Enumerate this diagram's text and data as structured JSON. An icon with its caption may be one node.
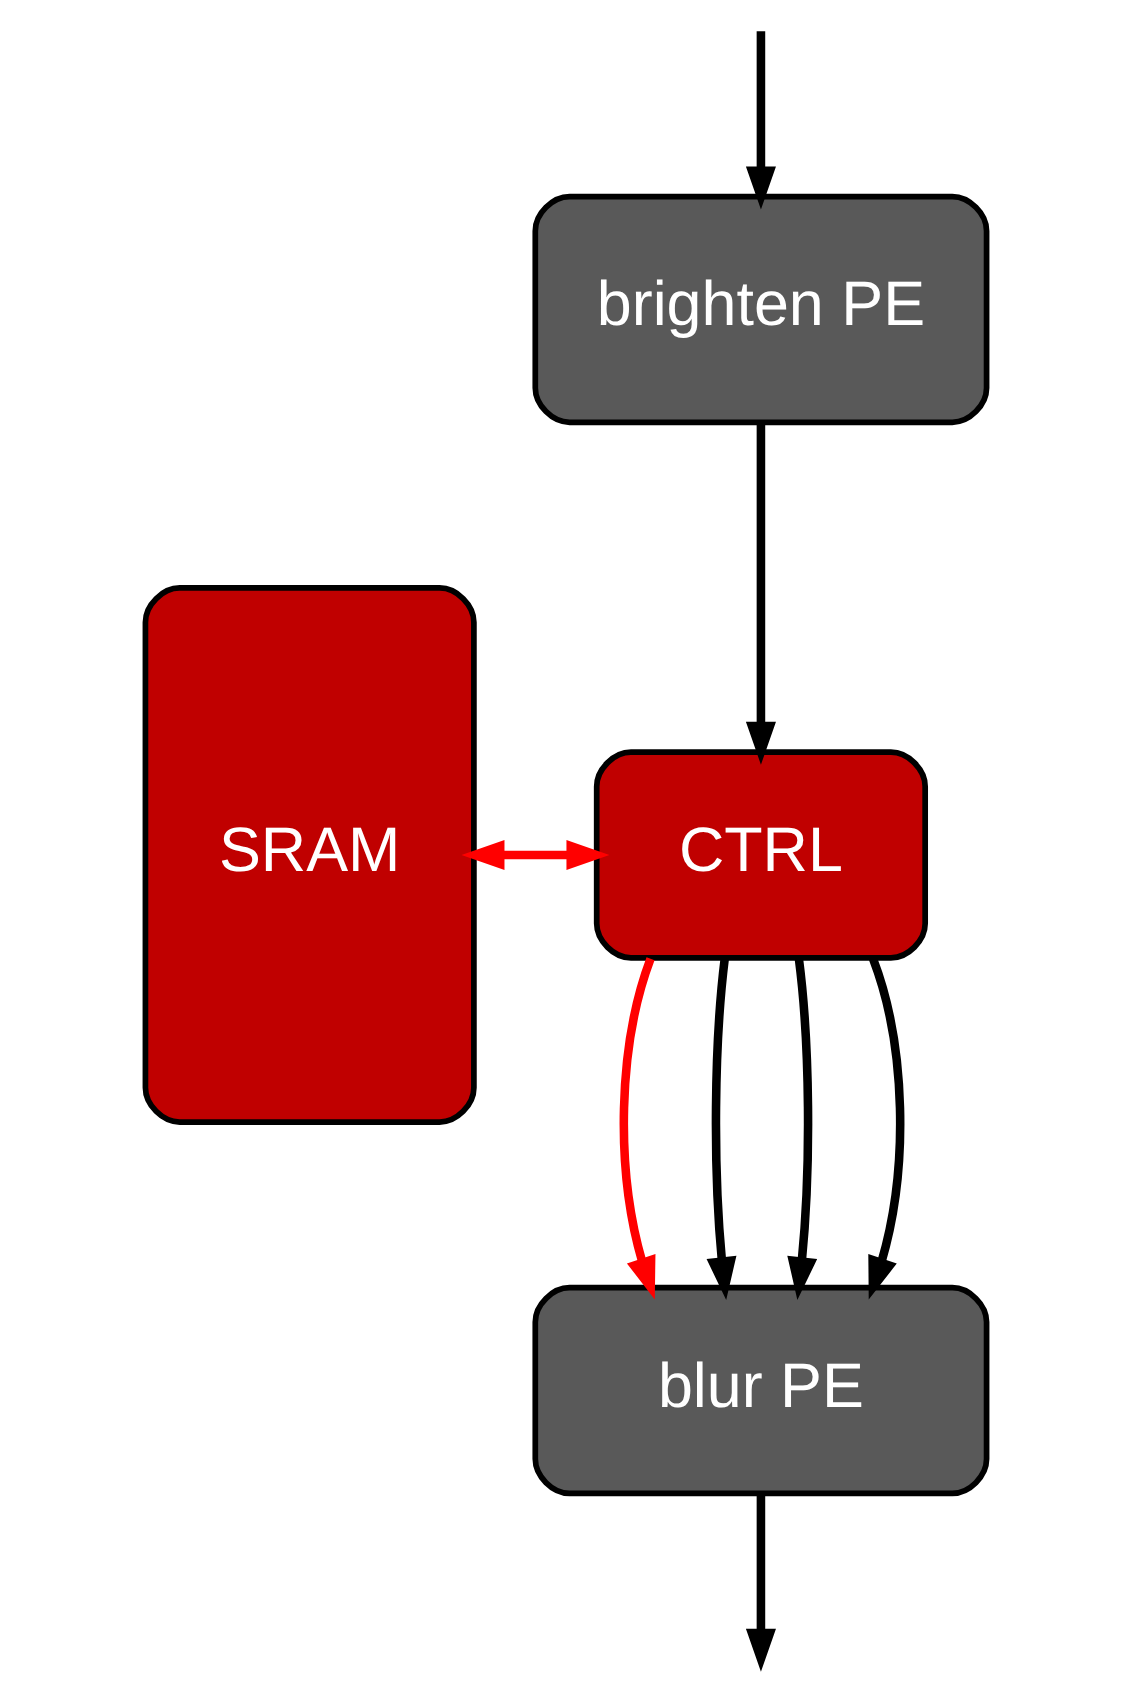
{
  "diagram": {
    "nodes": [
      {
        "text": [
          "brighten PE"
        ]
      },
      {
        "text": [
          "SRAM"
        ]
      },
      {
        "text": [
          "CTRL"
        ]
      },
      {
        "text": [
          "blur PE"
        ]
      }
    ],
    "edges": [
      {
        "from": null,
        "to": 0,
        "arrow": "to"
      },
      {
        "from": 0,
        "to": 2,
        "arrow": "to"
      },
      {
        "from": 1,
        "to": 2,
        "arrow": "both",
        "color": "#ff0000"
      },
      {
        "from": 2,
        "to": 3,
        "arrow": "to",
        "color": "#ff0000"
      },
      {
        "from": 2,
        "to": 3,
        "arrow": "to"
      },
      {
        "from": 2,
        "to": 3,
        "arrow": "to"
      },
      {
        "from": 2,
        "to": 3,
        "arrow": "to"
      },
      {
        "from": 3,
        "to": null,
        "arrow": "to"
      }
    ]
  }
}
